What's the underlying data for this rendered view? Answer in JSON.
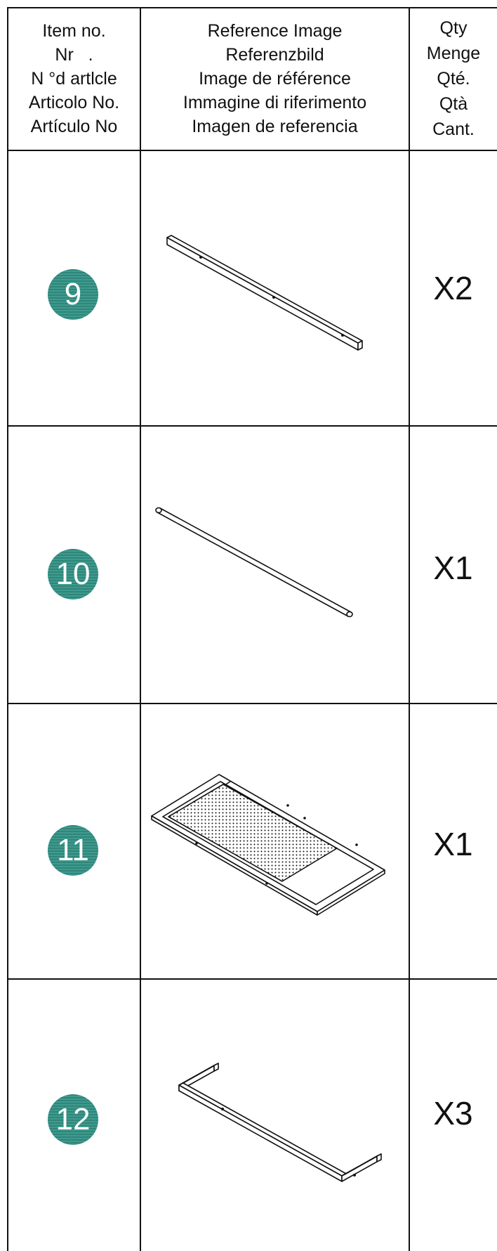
{
  "header": {
    "item_col": [
      "Item no.",
      "Nr   .",
      "N °d artlcle",
      "Articolo No.",
      "Artículo No"
    ],
    "image_col": [
      "Reference Image",
      "Referenzbild",
      "Image de référence",
      "Immagine di riferimento",
      "Imagen de referencia"
    ],
    "qty_col": [
      "Qty",
      "Menge",
      "Qté.",
      "Qtà",
      "Cant."
    ]
  },
  "rows": [
    {
      "item": "9",
      "qty": "X2",
      "part_icon": "square-tube-bar"
    },
    {
      "item": "10",
      "qty": "X1",
      "part_icon": "round-rod"
    },
    {
      "item": "11",
      "qty": "X1",
      "part_icon": "perforated-panel-frame"
    },
    {
      "item": "12",
      "qty": "X3",
      "part_icon": "u-shaped-bracket"
    }
  ],
  "colors": {
    "badge": "#3f9a8f",
    "line": "#111111"
  }
}
